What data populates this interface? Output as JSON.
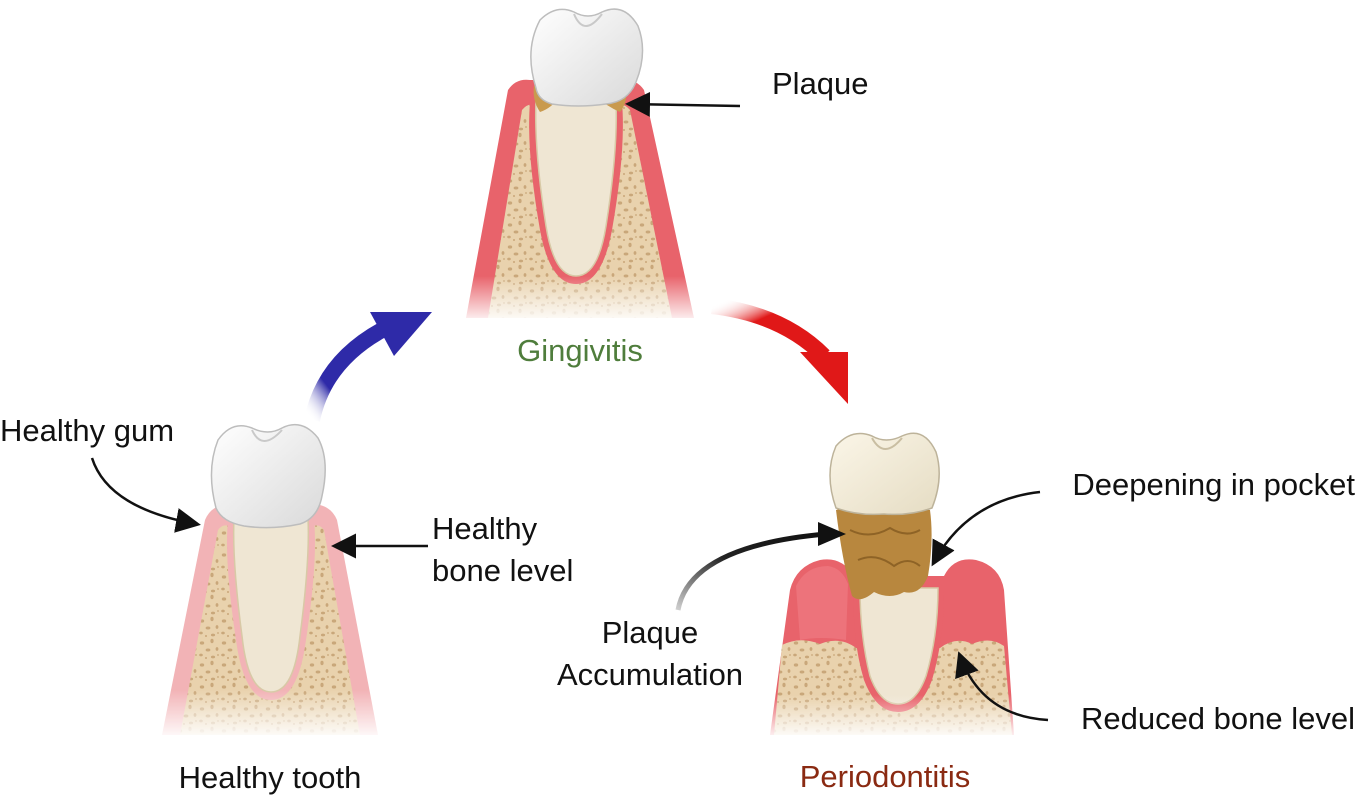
{
  "stages": {
    "healthy": {
      "title": "Healthy tooth",
      "gum_label": "Healthy gum",
      "bone_label_line1": "Healthy",
      "bone_label_line2": "bone level"
    },
    "gingivitis": {
      "title": "Gingivitis",
      "plaque_label": "Plaque"
    },
    "periodontitis": {
      "title": "Periodontitis",
      "pocket_label": "Deepening in pocket",
      "plaque_label_line1": "Plaque",
      "plaque_label_line2": "Accumulation",
      "bone_label": "Reduced bone level"
    }
  },
  "colors": {
    "gum": "#e8636b",
    "gum_light": "#f2b3b6",
    "bone": "#e9d2ad",
    "bone_spots": "#c9a77a",
    "tooth": "#f5f5f5",
    "root": "#efe6d3",
    "plaque": "#c99a4e",
    "progress_arrow": "#2e2aa8",
    "worsen_arrow": "#e01818",
    "gingivitis_title": "#4f7d3c",
    "periodontitis_title": "#8a2a12"
  }
}
